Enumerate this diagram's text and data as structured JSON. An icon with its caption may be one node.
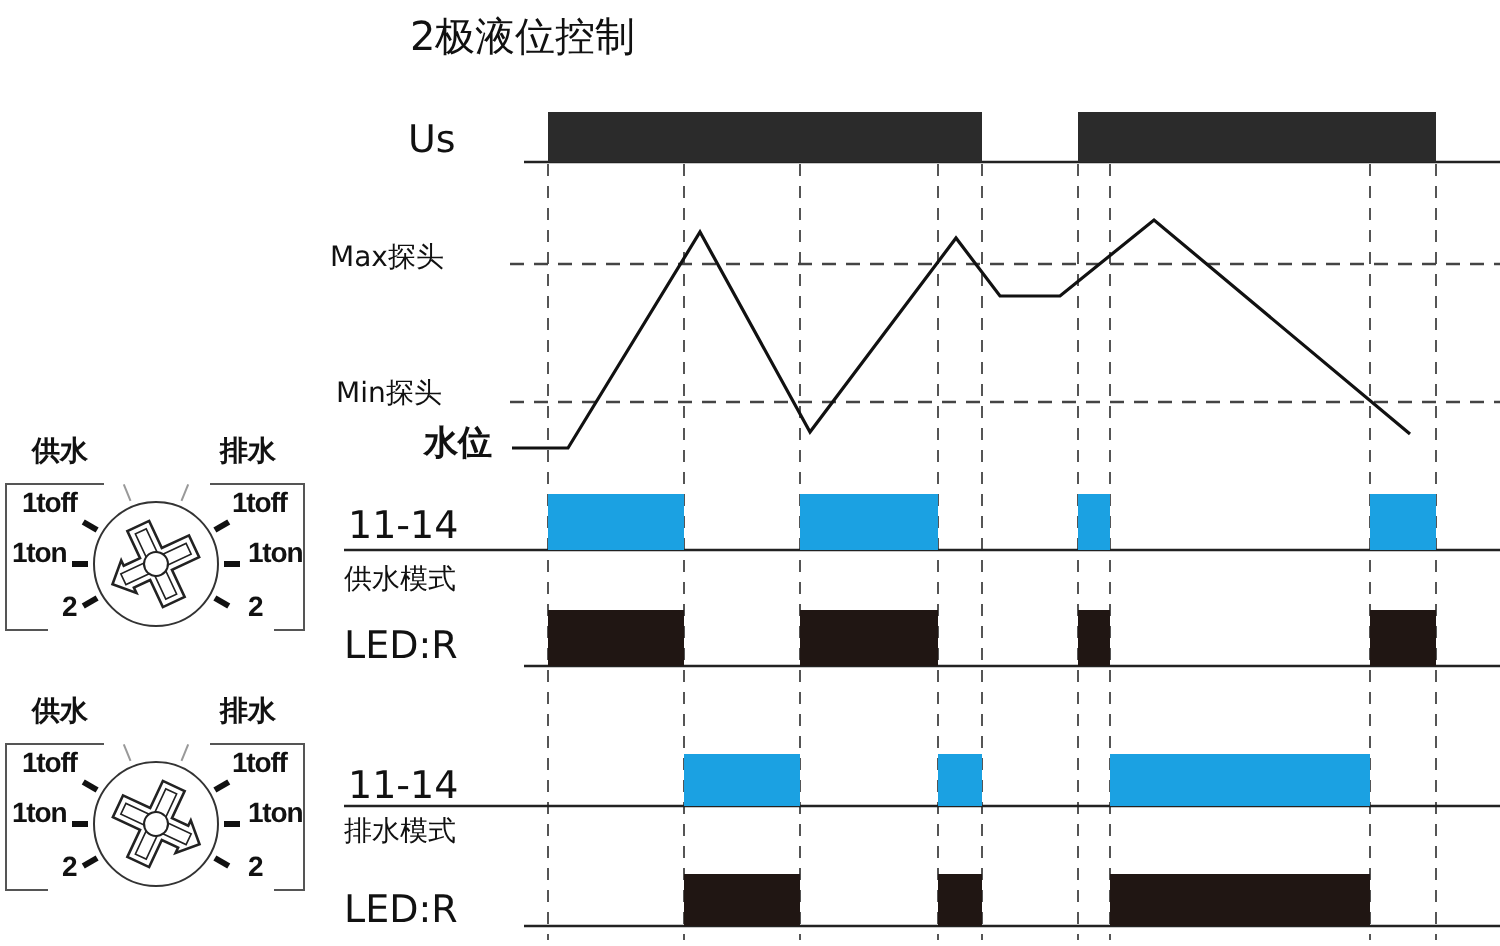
{
  "diagram": {
    "title": "2极液位控制",
    "labels": [
      "Us",
      "Max探头",
      "Min探头",
      "供水",
      "排水",
      "水位",
      "1toff",
      "1toff",
      "1ton",
      "1ton",
      "2",
      "2",
      "11-14",
      "供水模式",
      "LED:R",
      "供水",
      "排水",
      "1toff",
      "1toff",
      "1ton",
      "1ton",
      "2",
      "2",
      "11-14",
      "排水模式",
      "LED:R"
    ]
  }
}
